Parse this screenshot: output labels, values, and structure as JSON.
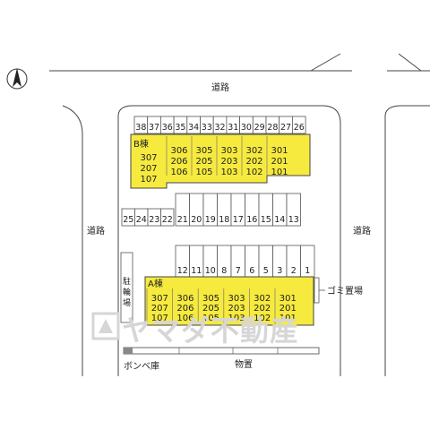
{
  "labels": {
    "road_top": "道路",
    "road_left": "道路",
    "road_right": "道路",
    "bicycle_parking": "駐輪場",
    "garbage": "ゴミ置場",
    "gas_cylinder": "ボンベ庫",
    "storage": "物置"
  },
  "compass": {
    "name": "north-arrow"
  },
  "building_b": {
    "name": "B棟",
    "units": [
      [
        "306",
        "206",
        "106"
      ],
      [
        "305",
        "205",
        "105"
      ],
      [
        "303",
        "203",
        "103"
      ],
      [
        "302",
        "202",
        "102"
      ],
      [
        "301",
        "201",
        "101"
      ]
    ],
    "first_column": [
      "307",
      "207",
      "107"
    ]
  },
  "building_a": {
    "name": "A棟",
    "units": [
      [
        "307",
        "207",
        "107"
      ],
      [
        "306",
        "206",
        "106"
      ],
      [
        "305",
        "205",
        "105"
      ],
      [
        "303",
        "203",
        "103"
      ],
      [
        "302",
        "202",
        "102"
      ],
      [
        "301",
        "201",
        "101"
      ]
    ]
  },
  "parking": {
    "row_top": [
      "38",
      "37",
      "36",
      "35",
      "34",
      "33",
      "32",
      "31",
      "30",
      "29",
      "28",
      "27",
      "26"
    ],
    "row_mid_left": [
      "25",
      "24",
      "23",
      "22"
    ],
    "row_mid_right": [
      "21",
      "20",
      "19",
      "18",
      "17",
      "16",
      "15",
      "14",
      "13"
    ],
    "row_bottom": [
      "12",
      "11",
      "10",
      "8",
      "7",
      "6",
      "5",
      "3",
      "2",
      "1"
    ]
  },
  "watermark": "ヤマダ不動産",
  "colors": {
    "building": "#f6ea3e",
    "watermark": "#d6d6d6"
  }
}
